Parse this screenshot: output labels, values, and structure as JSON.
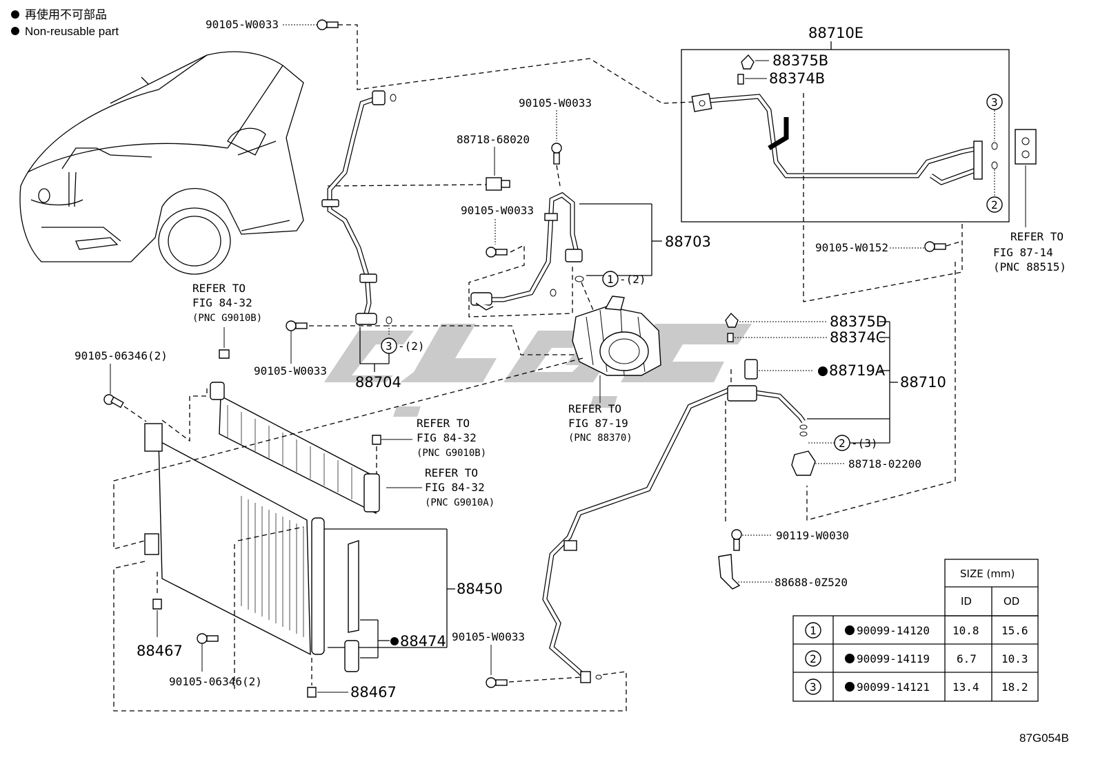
{
  "legend": {
    "jp": "再使用不可部品",
    "en": "Non-reusable part"
  },
  "labels": {
    "b_top": "90105-W0033",
    "assy_88710E": "88710E",
    "p_88375B": "88375B",
    "p_88374B": "88374B",
    "b_center": "90105-W0033",
    "p_88718_68020": "88718-68020",
    "b_center2": "90105-W0033",
    "p_88703": "88703",
    "b_0152": "90105-W0152",
    "refer_87_14": [
      "REFER TO",
      "FIG 87-14",
      "(PNC 88515)"
    ],
    "refer_84_32_top": [
      "REFER TO",
      "FIG 84-32",
      "(PNC G9010B)"
    ],
    "b_mid": "90105-W0033",
    "p_88704": "88704",
    "b_06346_top": "90105-06346(2)",
    "refer_84_32_mid": [
      "REFER TO",
      "FIG 84-32",
      "(PNC G9010B)"
    ],
    "refer_84_32_a": [
      "REFER TO",
      "FIG 84-32",
      "(PNC G9010A)"
    ],
    "refer_87_19": [
      "REFER TO",
      "FIG 87-19",
      "(PNC 88370)"
    ],
    "p_88375D": "88375D",
    "p_88374C": "88374C",
    "p_88719A": "88719A",
    "p_88710": "88710",
    "p_88718_02200": "88718-02200",
    "p_88450": "88450",
    "p_88474": "88474",
    "p_88467_a": "88467",
    "p_88467_b": "88467",
    "b_06346_bot": "90105-06346(2)",
    "b_bottom": "90105-W0033",
    "p_90119": "90119-W0030",
    "p_88688": "88688-0Z520",
    "callout_1_qty": "-(2)",
    "callout_3_qty": "-(2)",
    "callout_2_qty": "-(3)",
    "num_1": "1",
    "num_2": "2",
    "num_3": "3",
    "diagram_id": "87G054B"
  },
  "size_table": {
    "title": "SIZE (mm)",
    "col_id": "ID",
    "col_od": "OD",
    "rows": [
      {
        "no": "1",
        "part": "90099-14120",
        "id": "10.8",
        "od": "15.6"
      },
      {
        "no": "2",
        "part": "90099-14119",
        "id": "6.7",
        "od": "10.3"
      },
      {
        "no": "3",
        "part": "90099-14121",
        "id": "13.4",
        "od": "18.2"
      }
    ]
  }
}
